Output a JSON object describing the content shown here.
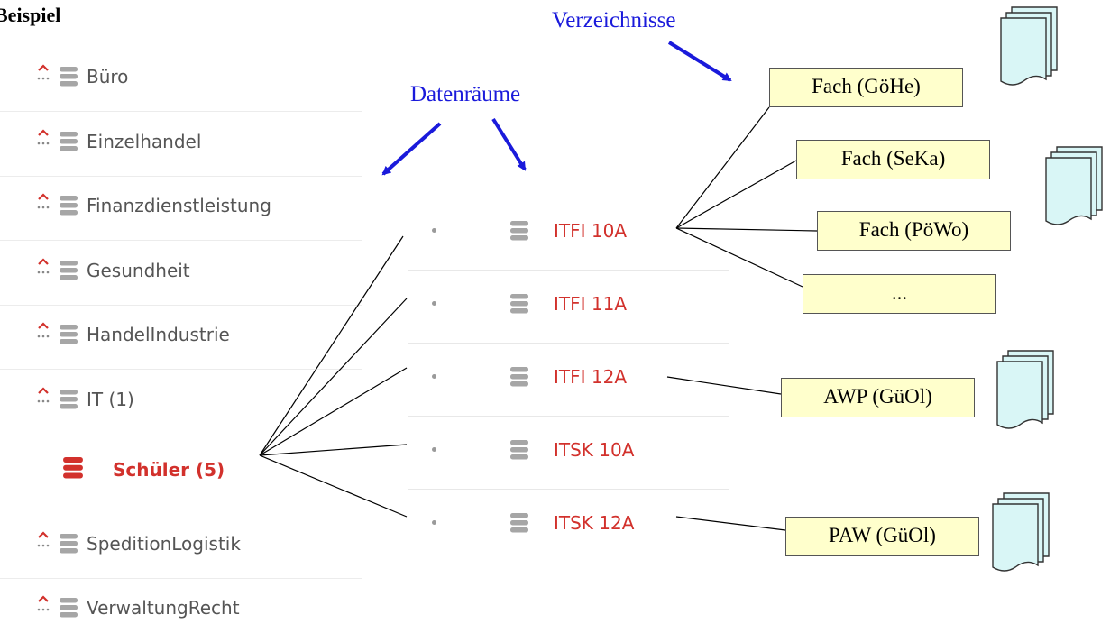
{
  "title": "Beispiel",
  "annotations": {
    "datenraeume": "Datenräume",
    "verzeichnisse": "Verzeichnisse"
  },
  "tree": {
    "items": [
      {
        "label": "Büro"
      },
      {
        "label": "Einzelhandel"
      },
      {
        "label": "Finanzdienstleistung"
      },
      {
        "label": "Gesundheit"
      },
      {
        "label": "HandelIndustrie"
      },
      {
        "label": "IT (1)"
      },
      {
        "label": "Schüler (5)",
        "active": true
      },
      {
        "label": "SpeditionLogistik"
      },
      {
        "label": "VerwaltungRecht"
      }
    ]
  },
  "datenraeume": {
    "items": [
      {
        "label": "ITFI 10A"
      },
      {
        "label": "ITFI 11A"
      },
      {
        "label": "ITFI 12A"
      },
      {
        "label": "ITSK 10A"
      },
      {
        "label": "ITSK 12A"
      }
    ]
  },
  "verzeichnisse": {
    "itfi10a": [
      "Fach (GöHe)",
      "Fach (SeKa)",
      "Fach (PöWo)",
      "..."
    ],
    "itfi12a": "AWP (GüOl)",
    "itsk12a": "PAW (GüOl)"
  },
  "colors": {
    "accent_red": "#d2312c",
    "arrow_blue": "#1a1adb",
    "box_fill": "#ffffcc",
    "doc_fill": "#d9f6f6"
  }
}
